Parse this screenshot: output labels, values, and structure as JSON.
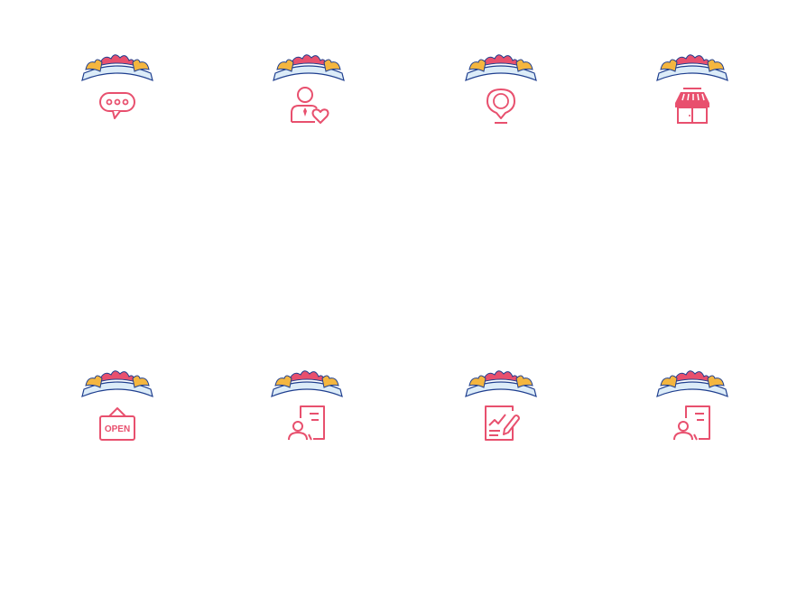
{
  "colors": {
    "icon_stroke": "#e8506e",
    "banner_red": "#e8506e",
    "banner_yellow": "#f4b63f",
    "banner_blue": "#dcecf8",
    "banner_outline": "#1f3f8f",
    "background": "#ffffff"
  },
  "icons": [
    {
      "name": "chat-bubble-icon",
      "label": "chat"
    },
    {
      "name": "user-heart-icon",
      "label": "favorite-contact"
    },
    {
      "name": "location-pin-icon",
      "label": "location"
    },
    {
      "name": "store-icon",
      "label": "shop"
    },
    {
      "name": "open-sign-icon",
      "label": "open",
      "sign_text": "OPEN"
    },
    {
      "name": "user-document-icon",
      "label": "resume"
    },
    {
      "name": "report-edit-icon",
      "label": "edit-report"
    },
    {
      "name": "user-document-icon",
      "label": "profile-document"
    }
  ]
}
